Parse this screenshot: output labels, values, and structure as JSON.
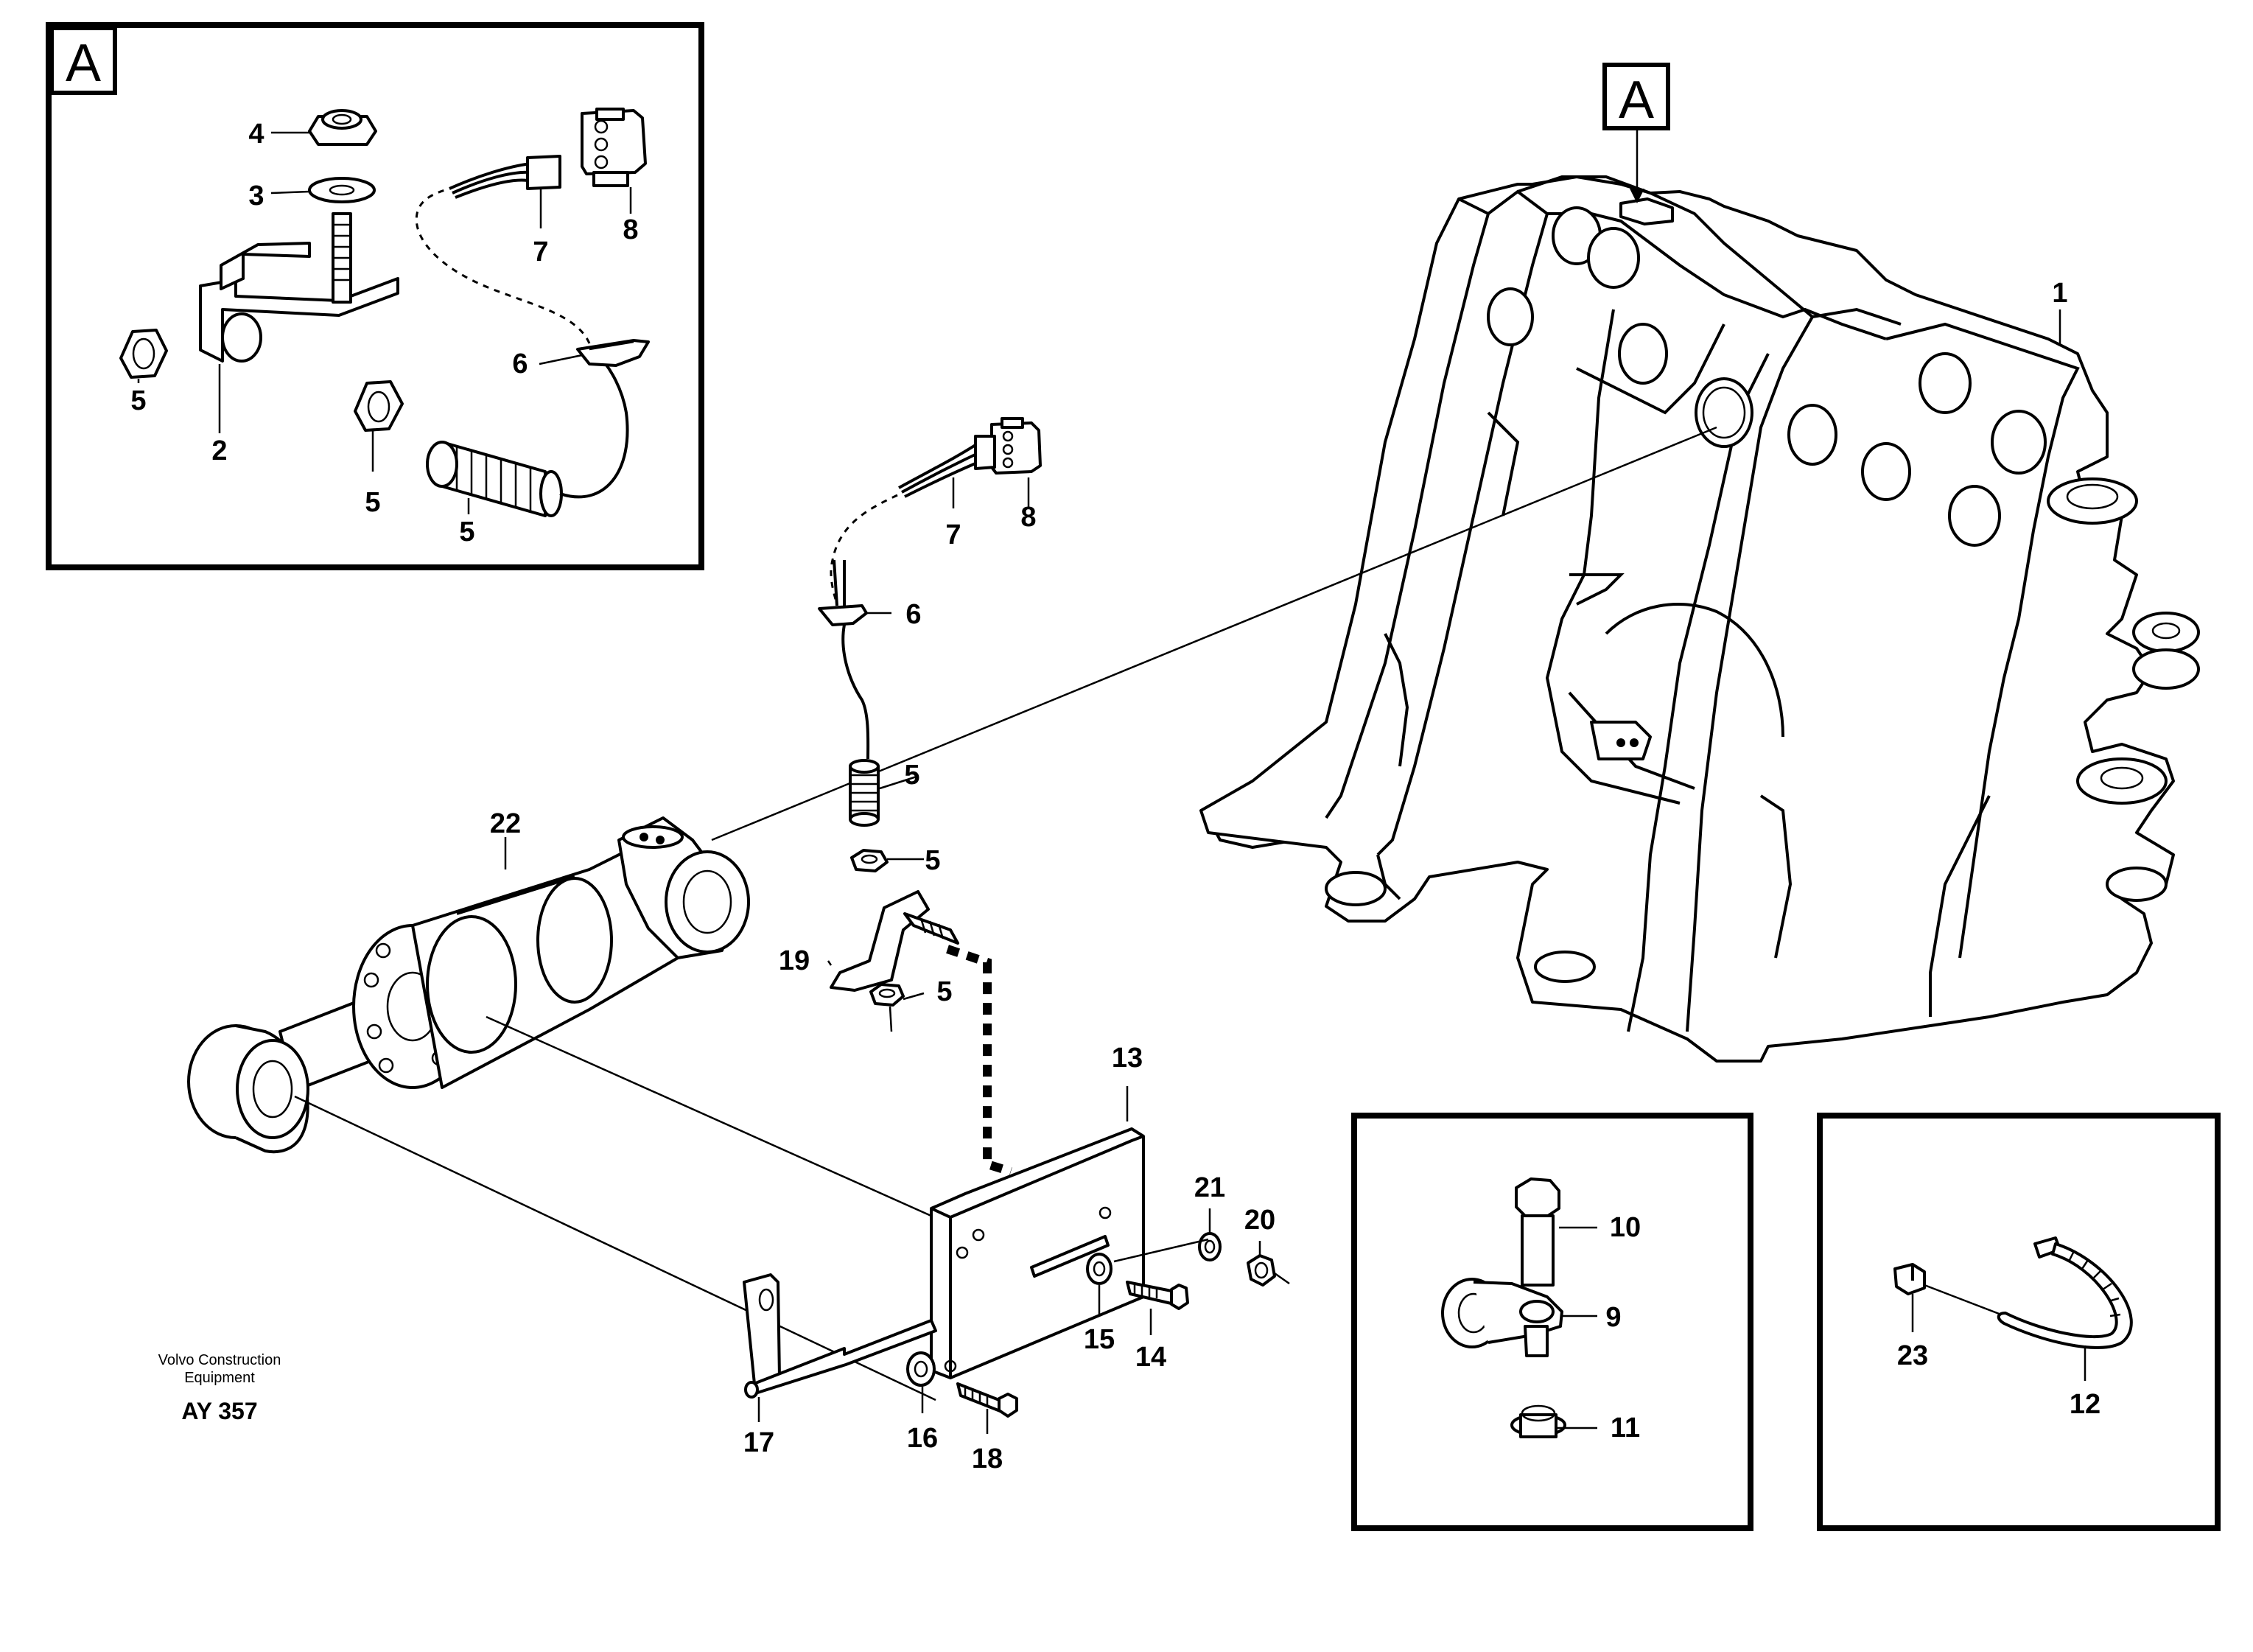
{
  "detail_box_a": {
    "letter": "A"
  },
  "callout_a": {
    "letter": "A"
  },
  "labels": {
    "p1": "1",
    "p2": "2",
    "p3": "3",
    "p4": "4",
    "p5a": "5",
    "p5b": "5",
    "p5c": "5",
    "p5d": "5",
    "p5e": "5",
    "p5f": "5",
    "p6a": "6",
    "p6b": "6",
    "p7a": "7",
    "p7b": "7",
    "p8a": "8",
    "p8b": "8",
    "p9": "9",
    "p10": "10",
    "p11": "11",
    "p12": "12",
    "p13": "13",
    "p14": "14",
    "p15": "15",
    "p16": "16",
    "p17": "17",
    "p18": "18",
    "p19": "19",
    "p20": "20",
    "p21": "21",
    "p22": "22",
    "p23": "23"
  },
  "credit": {
    "line1": "Volvo Construction",
    "line2": "Equipment",
    "code": "AY 357"
  }
}
